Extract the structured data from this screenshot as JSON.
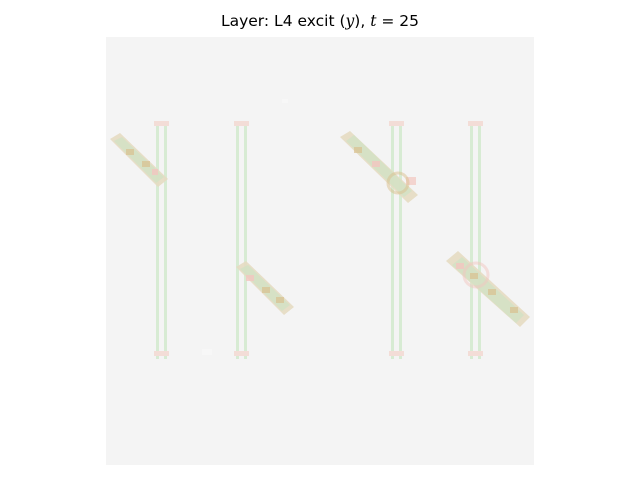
{
  "title": {
    "prefix": "Layer: L4 excit (",
    "var": "y",
    "mid": "), ",
    "t_label": "t",
    "eq": " = 25"
  },
  "colors": {
    "background": "#f4f4f4",
    "green": "#cfe7c9",
    "tan": "#d9c08e",
    "pink": "#f2c6bf"
  },
  "content": {
    "description_objects": "four vertical double-line bars with diagonal pixelated segments crossing them"
  }
}
